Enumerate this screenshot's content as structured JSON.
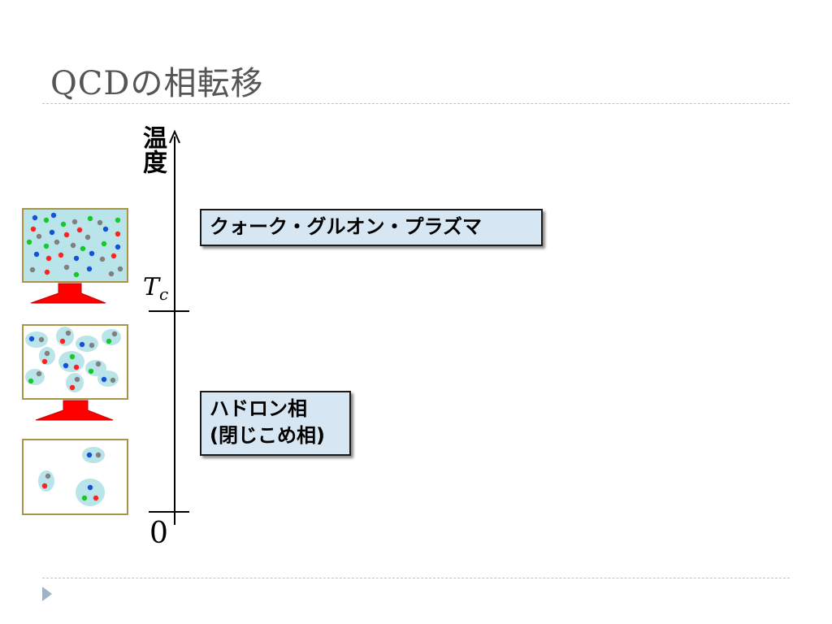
{
  "slide": {
    "title": "QCDの相転移"
  },
  "axis": {
    "label": "温度",
    "critical_label": "T",
    "critical_sub": "c",
    "zero_label": "0"
  },
  "phases": {
    "qgp_label": "クォーク・グルオン・プラズマ",
    "hadron_line1": "ハドロン相",
    "hadron_line2": "(閉じこめ相)"
  },
  "colors": {
    "box_fill": "#d6e7f3",
    "panel_fill": "#b9e4e9",
    "panel_border": "#a8954b",
    "arrow": "#ff0000",
    "quark_red": "#ff2020",
    "quark_green": "#18c828",
    "quark_blue": "#1450d8",
    "quark_gray": "#808080"
  },
  "icons": {
    "up_arrow": "up-arrow-icon",
    "slide_bullet": "triangle-bullet-icon"
  }
}
